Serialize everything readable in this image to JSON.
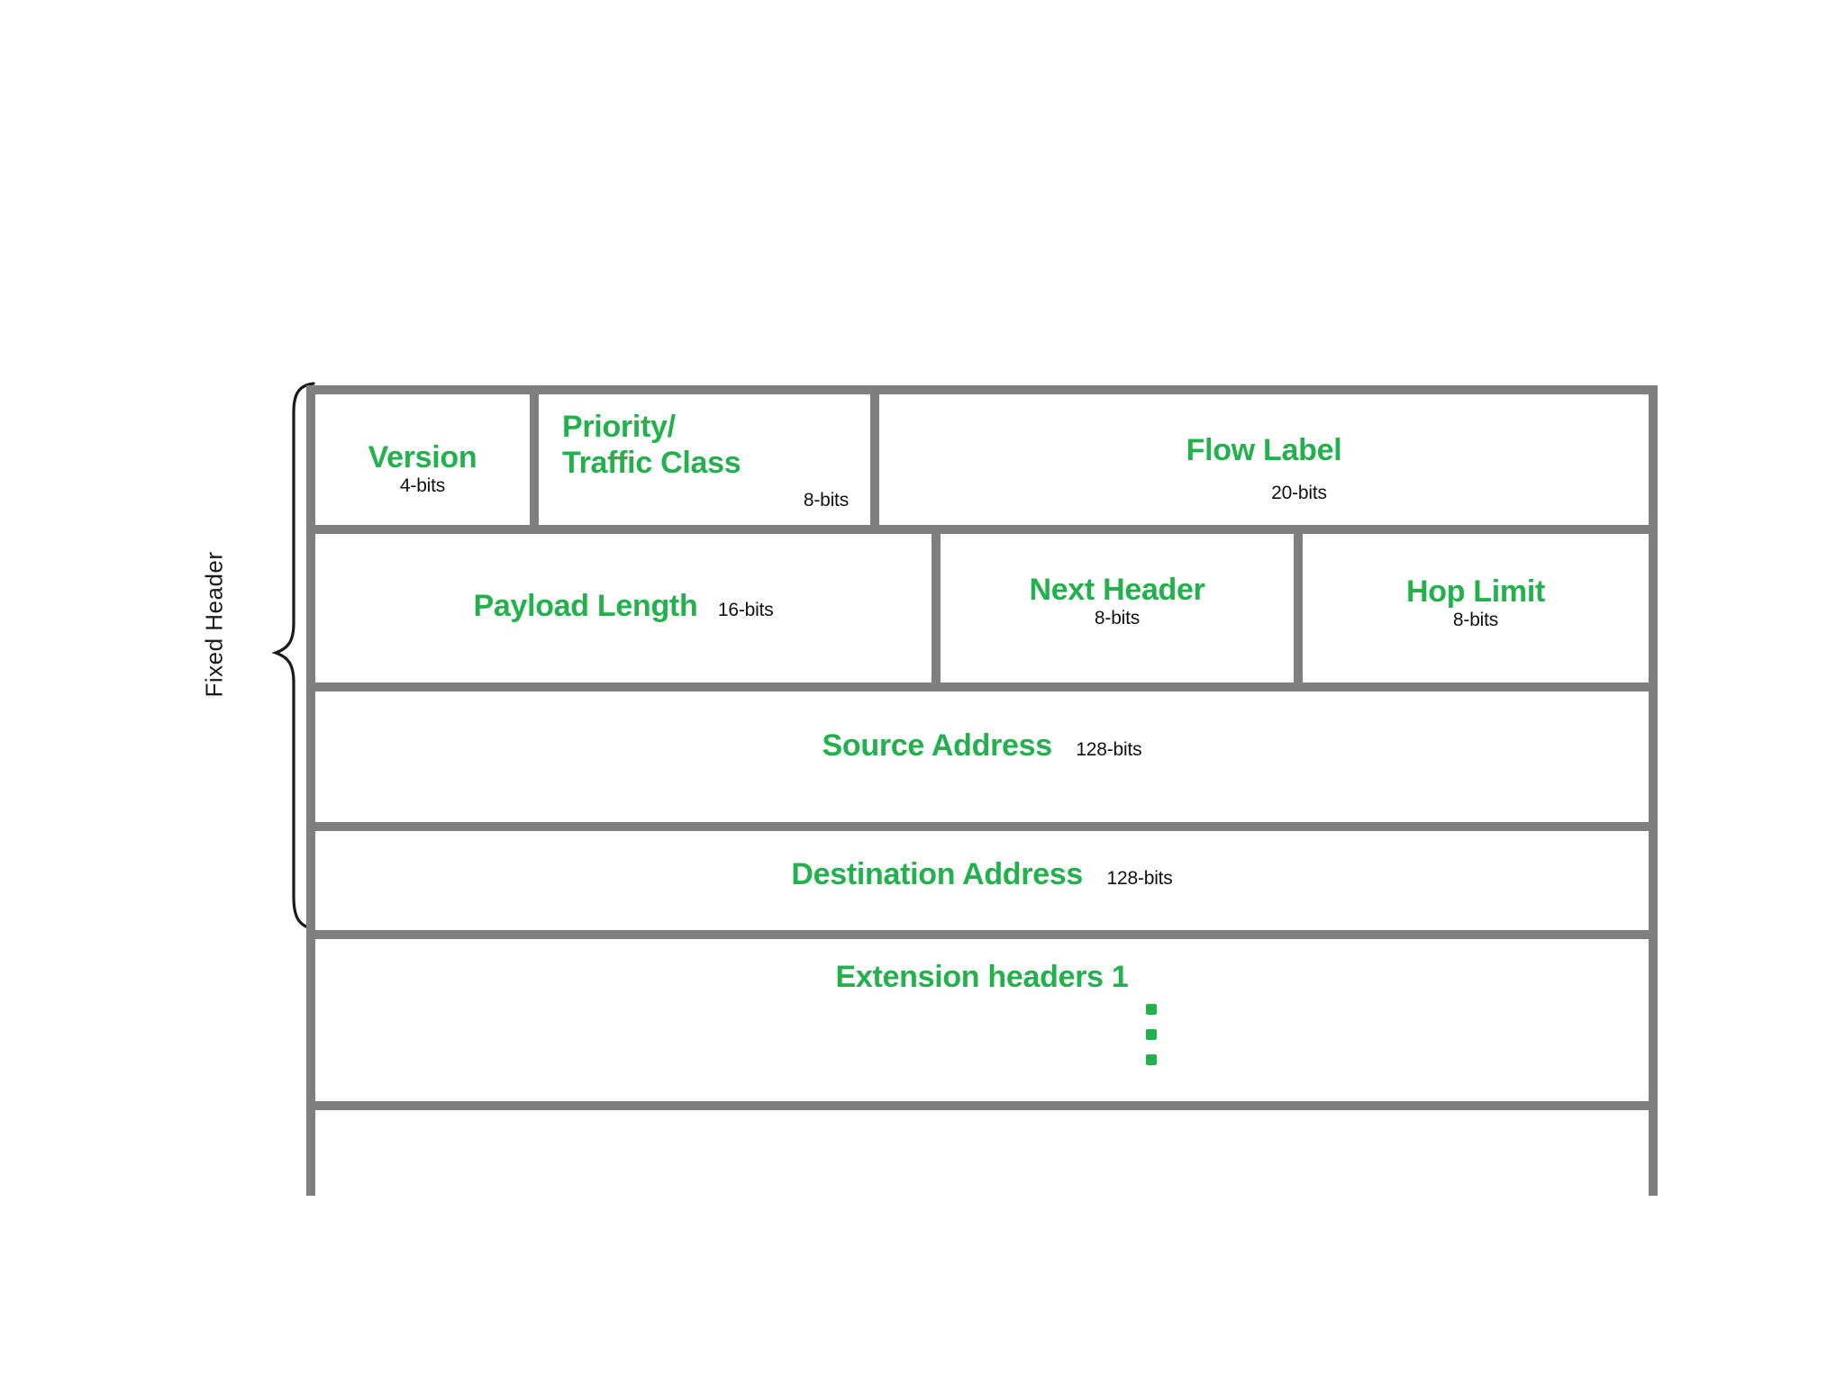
{
  "diagram": {
    "title_label": "Fixed Header",
    "accent_color": "#22b14c",
    "line_color": "#7f7f7f",
    "bits_color": "#111111",
    "rows": [
      {
        "row_name": "row-1",
        "cells": [
          {
            "name": "version",
            "label": "Version",
            "bits": "4-bits"
          },
          {
            "name": "traffic-class",
            "label_line1": "Priority/",
            "label_line2": "Traffic Class",
            "bits": "8-bits"
          },
          {
            "name": "flow-label",
            "label": "Flow Label",
            "bits": "20-bits"
          }
        ]
      },
      {
        "row_name": "row-2",
        "cells": [
          {
            "name": "payload-length",
            "label": "Payload Length",
            "bits": "16-bits"
          },
          {
            "name": "next-header",
            "label": "Next Header",
            "bits": "8-bits"
          },
          {
            "name": "hop-limit",
            "label": "Hop Limit",
            "bits": "8-bits"
          }
        ]
      },
      {
        "row_name": "row-3",
        "cells": [
          {
            "name": "source-address",
            "label": "Source Address",
            "bits": "128-bits"
          }
        ]
      },
      {
        "row_name": "row-4",
        "cells": [
          {
            "name": "destination-address",
            "label": "Destination Address",
            "bits": "128-bits"
          }
        ]
      },
      {
        "row_name": "row-5",
        "cells": [
          {
            "name": "extension-headers",
            "label": "Extension headers 1",
            "bits": ""
          }
        ]
      },
      {
        "row_name": "row-6",
        "cells": [
          {
            "name": "payload-area",
            "label": "",
            "bits": ""
          }
        ]
      }
    ],
    "ellipsis": {
      "name": "vertical-ellipsis",
      "count": 3
    }
  }
}
